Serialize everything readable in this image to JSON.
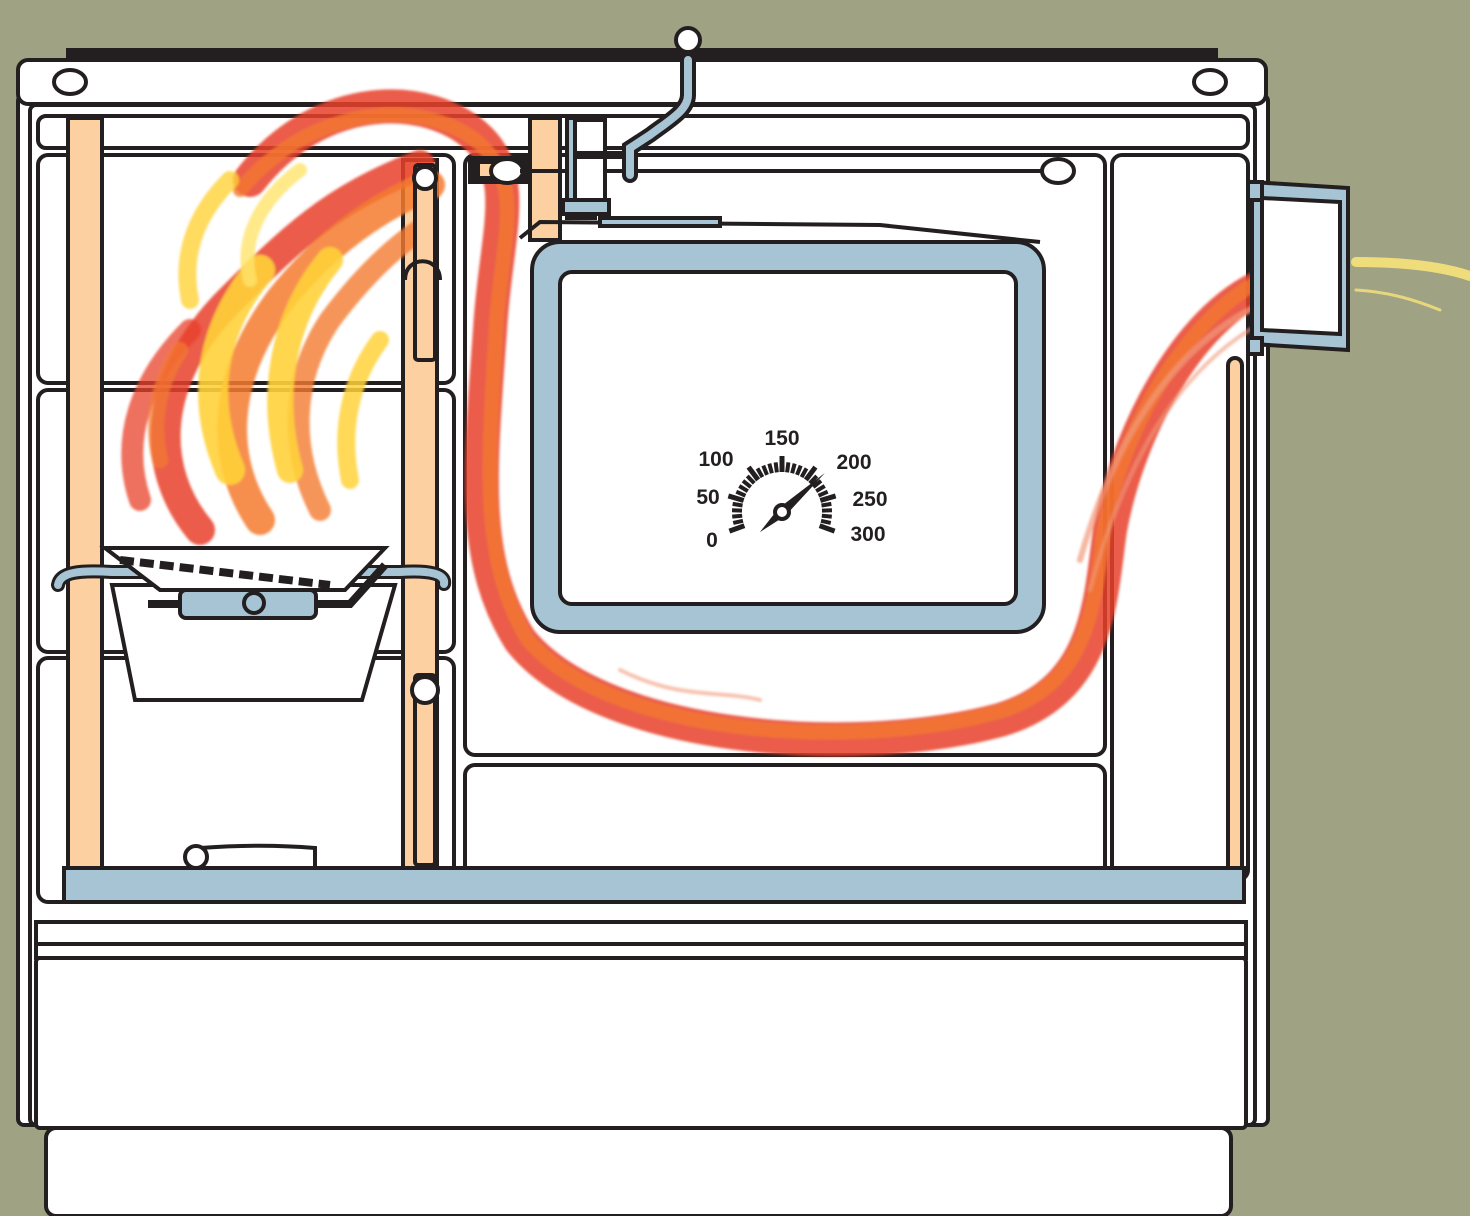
{
  "colors": {
    "background": "#a0a383",
    "outline": "#231f20",
    "body": "#ffffff",
    "wood_strip": "#fdd0a2",
    "steel": "#a7c4d4",
    "flame_red": "#e8402a",
    "flame_orange": "#f47b30",
    "flame_yellow": "#ffd23a",
    "exhaust_smoke": "#f7e27a"
  },
  "thermometer": {
    "scale_labels": [
      "0",
      "50",
      "100",
      "150",
      "200",
      "250",
      "300"
    ],
    "scale_min": 0,
    "scale_max": 300,
    "needle_value": 215
  }
}
